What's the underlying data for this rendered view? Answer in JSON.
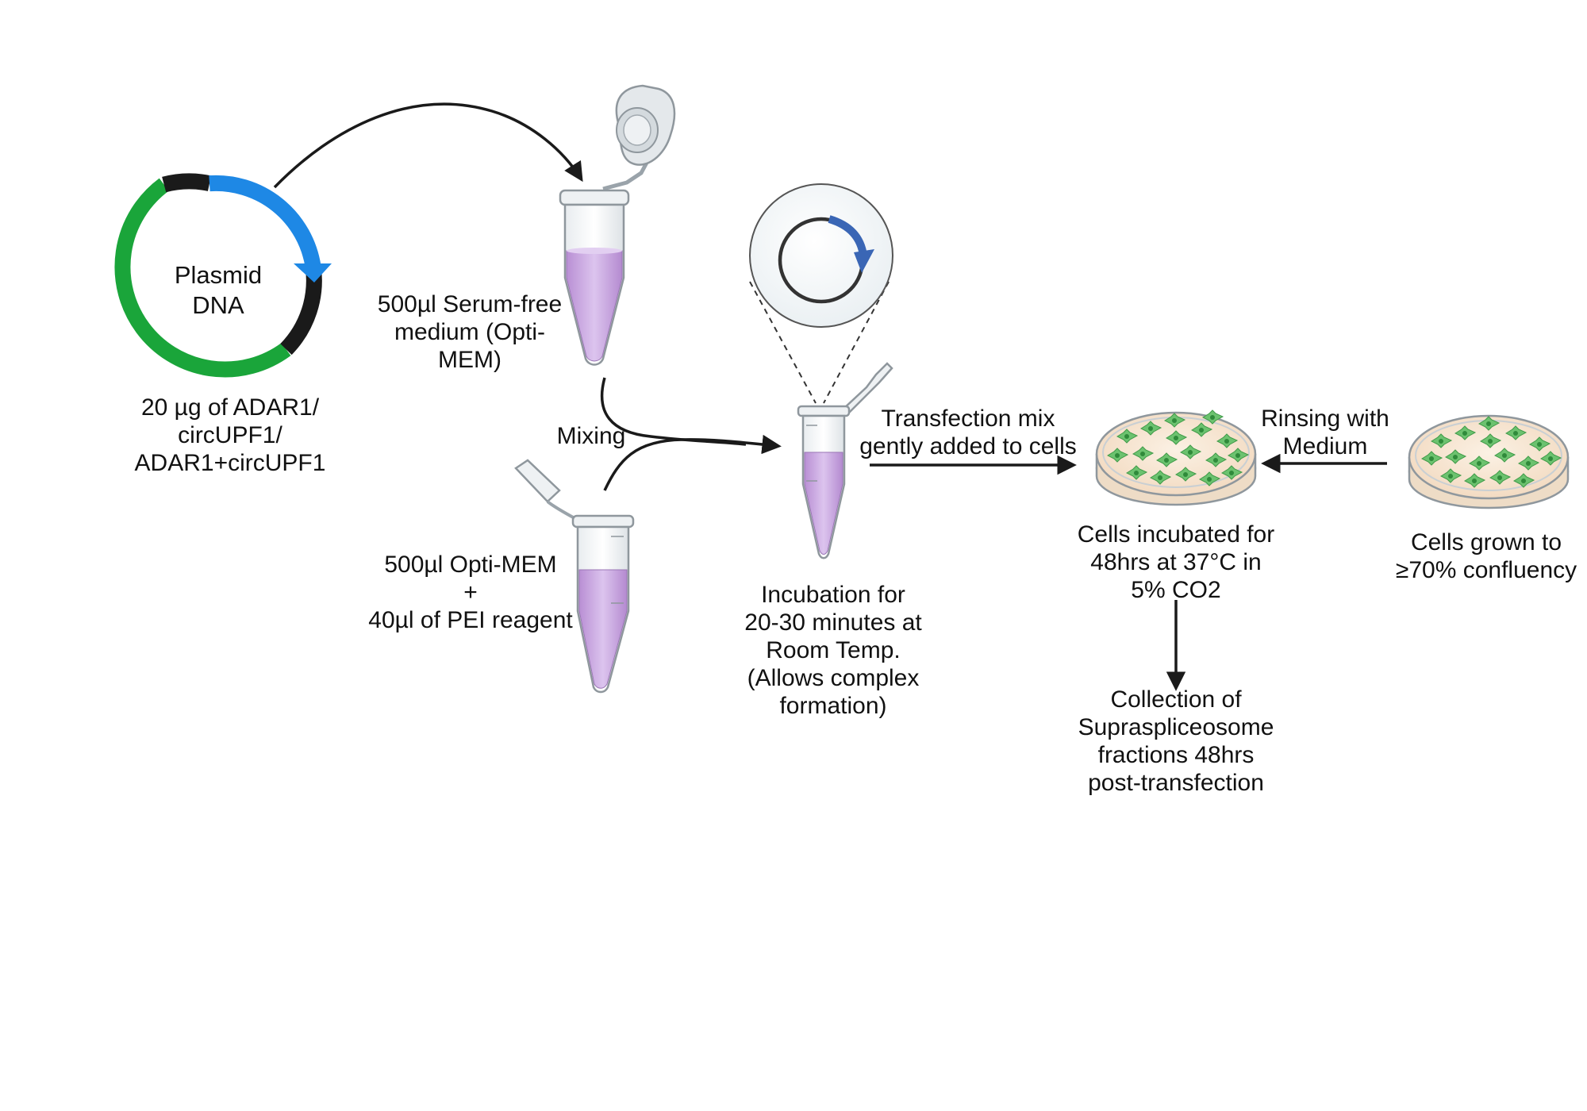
{
  "plasmid": {
    "title_lines": [
      "Plasmid",
      "DNA"
    ],
    "caption_lines": [
      "20 µg of ADAR1/",
      "circUPF1/",
      "ADAR1+circUPF1"
    ]
  },
  "tube_serum_free": {
    "caption_lines": [
      "500µl Serum-free",
      "medium (Opti-",
      "MEM)"
    ]
  },
  "tube_pei": {
    "caption_lines": [
      "500µl Opti-MEM",
      "+",
      "40µl  of PEI reagent"
    ]
  },
  "mixing_label": "Mixing",
  "incubation": {
    "caption_lines": [
      "Incubation for",
      "20-30 minutes at",
      "Room Temp.",
      "(Allows complex",
      "formation)"
    ]
  },
  "transfection_arrow_label": [
    "Transfection mix",
    "gently added to cells"
  ],
  "rinsing_arrow_label": [
    "Rinsing with",
    "Medium"
  ],
  "dish_incubated": {
    "caption_lines": [
      "Cells incubated for",
      "48hrs at 37°C in",
      "5% CO2"
    ]
  },
  "dish_grown": {
    "caption_lines": [
      "Cells grown to",
      "≥70% confluency"
    ]
  },
  "collection": {
    "caption_lines": [
      "Collection of",
      "Supraspliceosome",
      "fractions 48hrs",
      "post-transfection"
    ]
  },
  "colors": {
    "plasmid_green": "#1aa53a",
    "plasmid_black": "#1a1a1a",
    "plasmid_blue": "#1e88e5",
    "liquid_purple": "#c9a6e0",
    "rotation_arrow": "#3a66b5",
    "dish_medium": "#f6e3cf",
    "cell_green": "#5dbb63"
  }
}
